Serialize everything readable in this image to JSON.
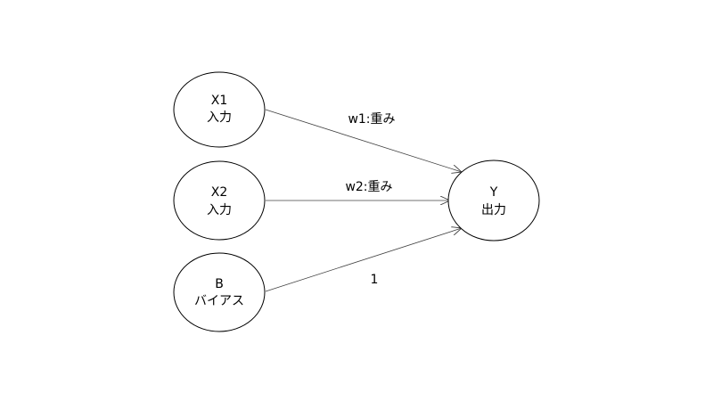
{
  "colors": {
    "background": "#ffffff",
    "stroke": "#000000",
    "edge": "#404040"
  },
  "nodes": {
    "x1": {
      "line1": "X1",
      "line2": "入力"
    },
    "x2": {
      "line1": "X2",
      "line2": "入力"
    },
    "b": {
      "line1": "B",
      "line2": "バイアス"
    },
    "y": {
      "line1": "Y",
      "line2": "出力"
    }
  },
  "edges": {
    "x1_to_y": {
      "label": "w1:重み"
    },
    "x2_to_y": {
      "label": "w2:重み"
    },
    "b_to_y": {
      "label": "1"
    }
  }
}
